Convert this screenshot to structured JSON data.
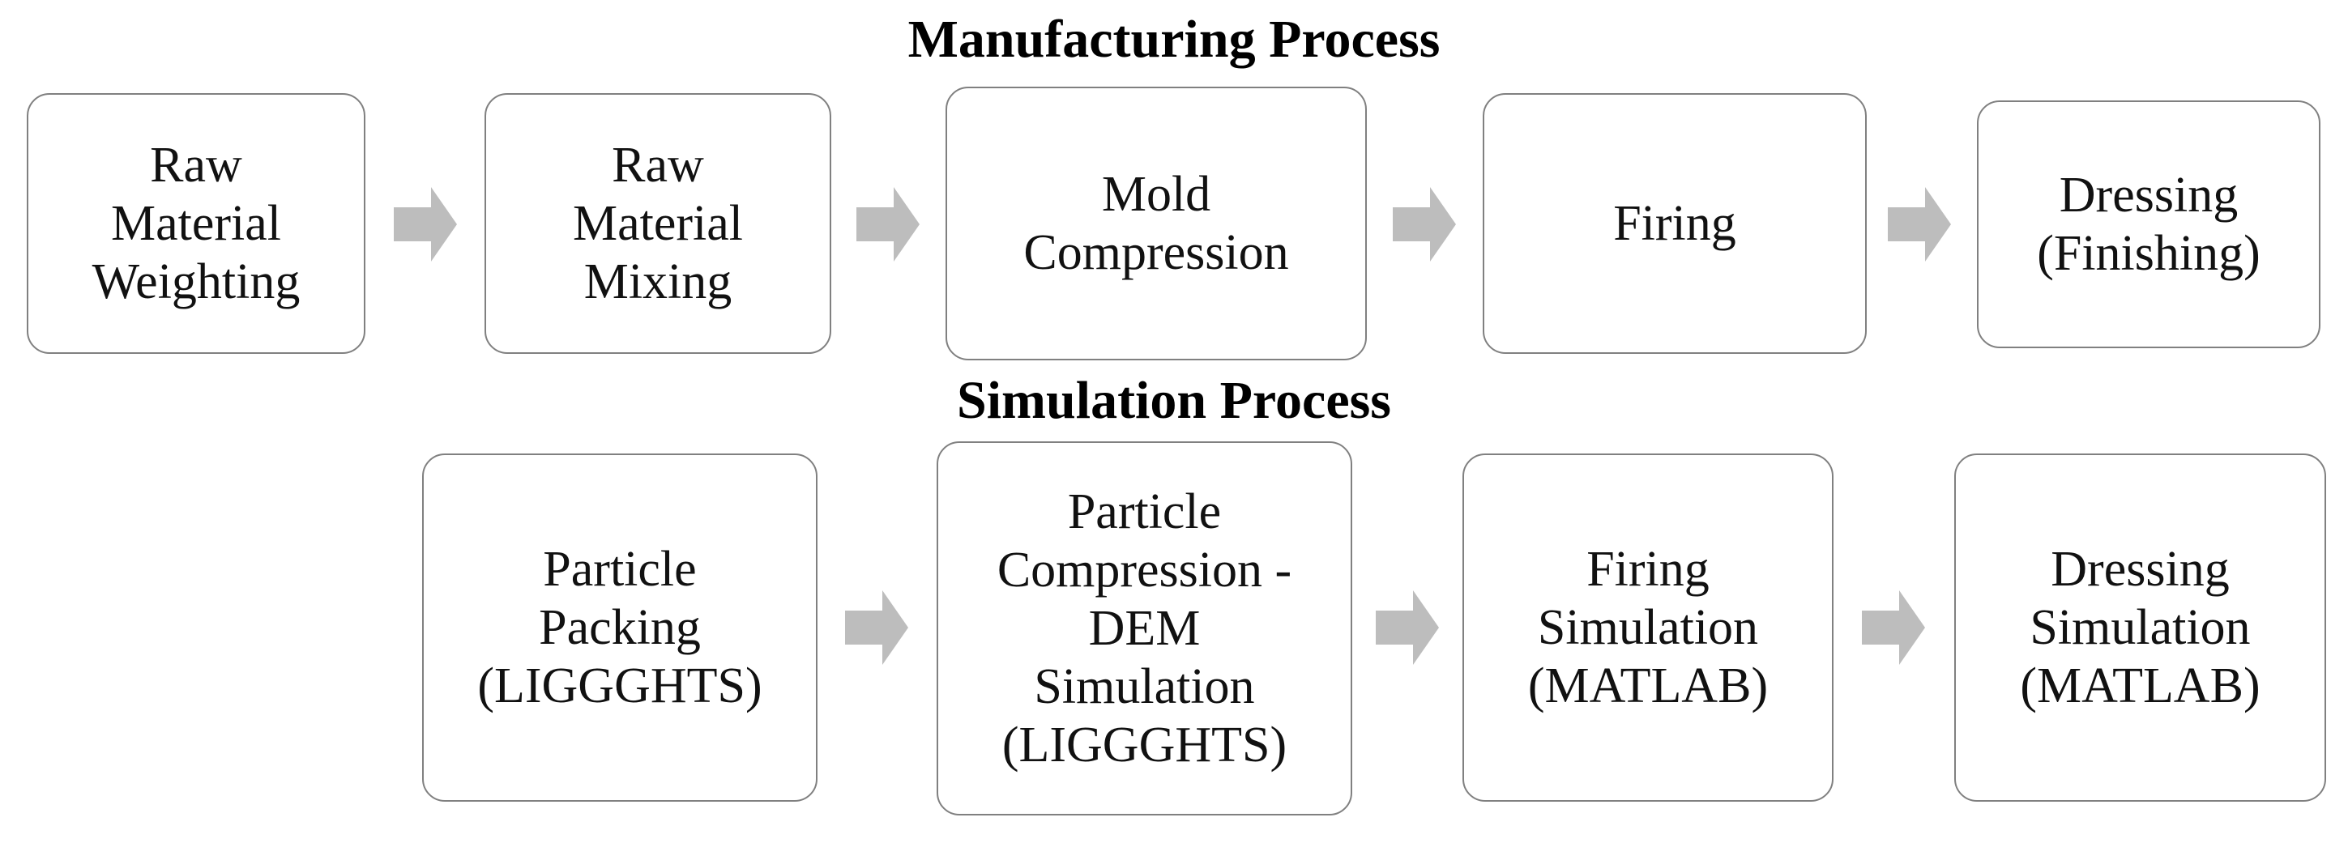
{
  "colors": {
    "arrow": "#bdbdbd",
    "box_border": "#808080",
    "text": "#111111"
  },
  "manufacturing": {
    "title": "Manufacturing Process",
    "steps": [
      {
        "label": "Raw\nMaterial\nWeighting"
      },
      {
        "label": "Raw\nMaterial\nMixing"
      },
      {
        "label": "Mold\nCompression"
      },
      {
        "label": "Firing"
      },
      {
        "label": "Dressing\n(Finishing)"
      }
    ]
  },
  "simulation": {
    "title": "Simulation Process",
    "steps": [
      {
        "label": "Particle\nPacking\n(LIGGGHTS)"
      },
      {
        "label": "Particle\nCompression -\nDEM\nSimulation\n(LIGGGHTS)"
      },
      {
        "label": "Firing\nSimulation\n(MATLAB)"
      },
      {
        "label": "Dressing\nSimulation\n(MATLAB)"
      }
    ]
  }
}
